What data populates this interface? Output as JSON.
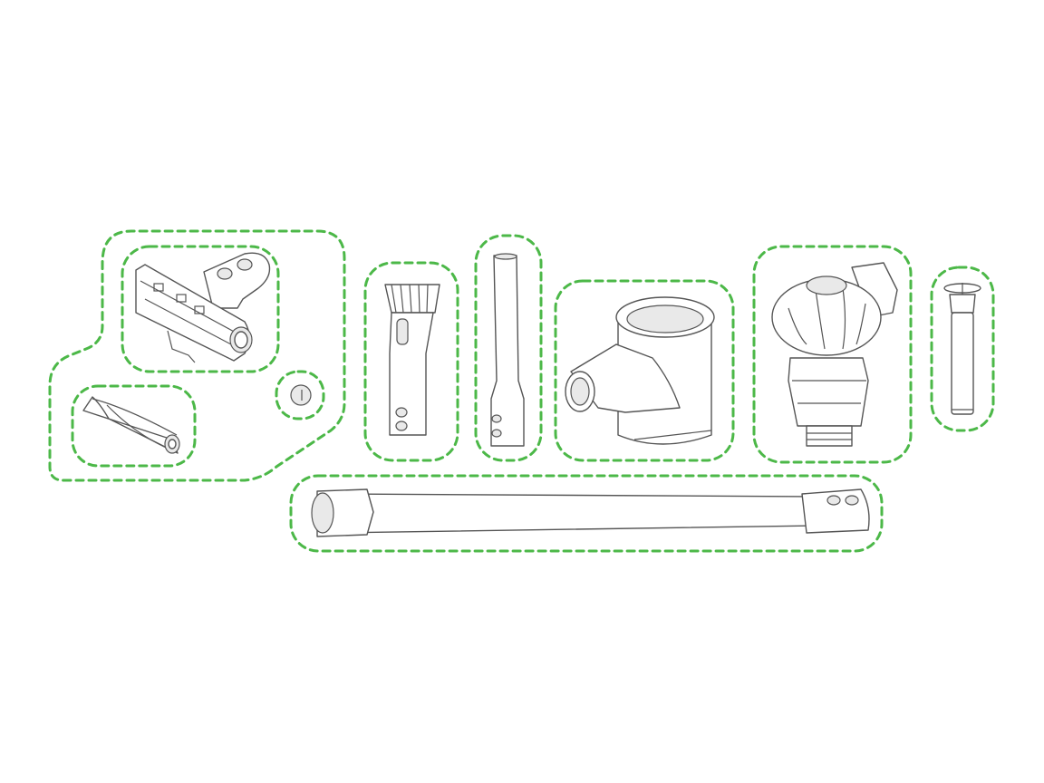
{
  "colors": {
    "accent": "#4cb848",
    "line": "#555555",
    "background": "#ffffff"
  },
  "parts": [
    {
      "id": "cleaner-head"
    },
    {
      "id": "brush-bar"
    },
    {
      "id": "end-cap"
    },
    {
      "id": "combination-tool"
    },
    {
      "id": "crevice-tool"
    },
    {
      "id": "clear-bin"
    },
    {
      "id": "cyclone-motor-unit"
    },
    {
      "id": "filter"
    },
    {
      "id": "wand"
    }
  ]
}
